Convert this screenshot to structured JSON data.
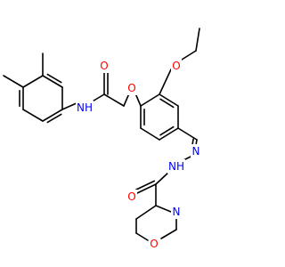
{
  "colors": {
    "carbon_bond": "#000000",
    "oxygen": "#ff0000",
    "nitrogen": "#0000ff",
    "background": "#ffffff"
  },
  "atom_labels": {
    "amide_nh": "NH",
    "amide_o": "O",
    "ether_o": "O",
    "ethoxy_o": "O",
    "hydrazone_n": "N",
    "hydrazone_nh": "NH",
    "acyl_o": "O",
    "morpholine_n": "N",
    "morpholine_o": "O"
  }
}
